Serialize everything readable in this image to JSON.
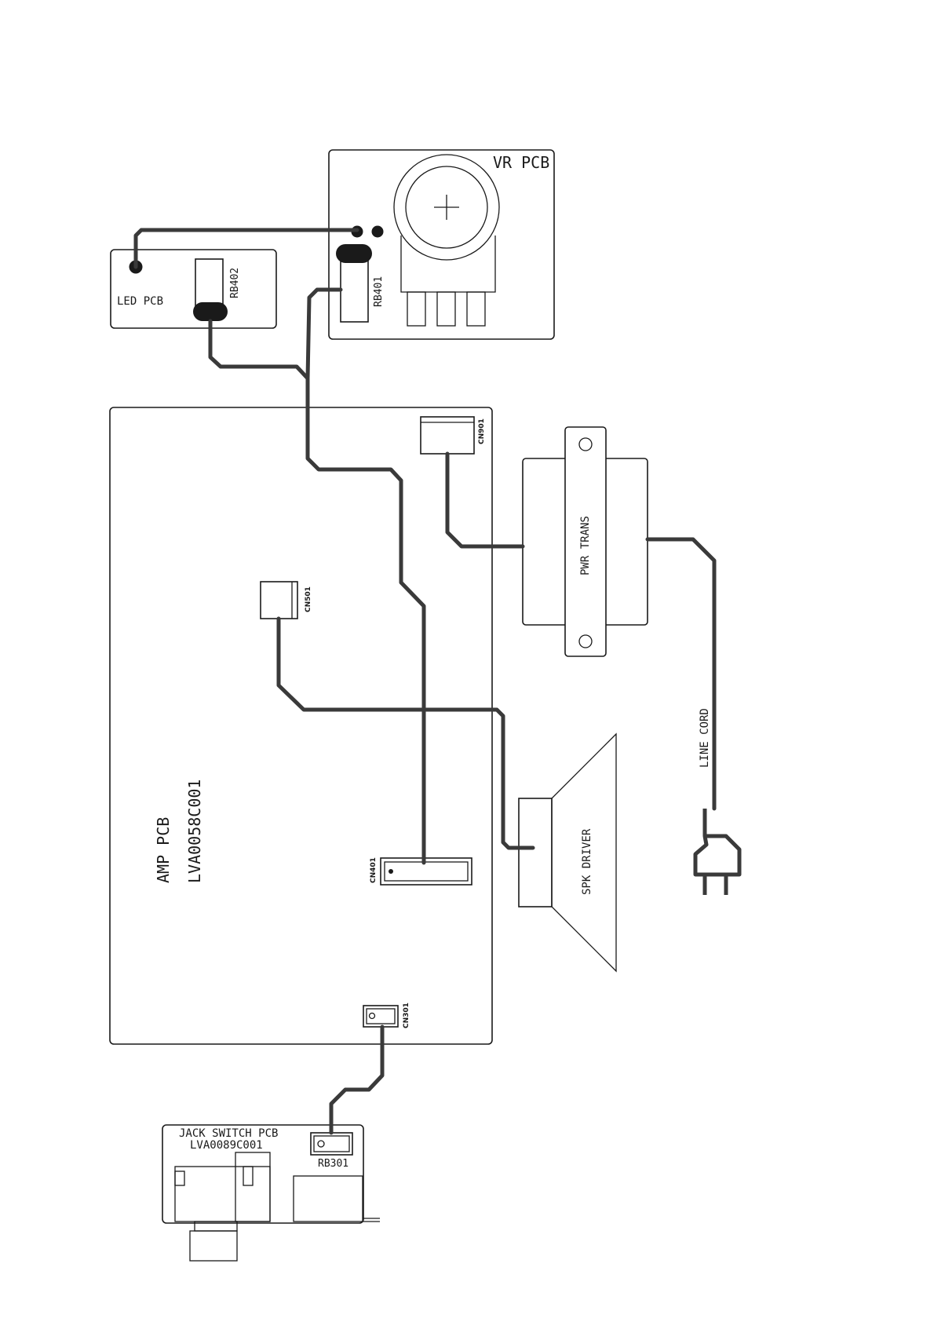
{
  "boards": {
    "vr_pcb": "VR PCB",
    "led_pcb": "LED PCB",
    "amp_pcb": "AMP PCB",
    "amp_pcb_part": "LVA0058C001",
    "jack_switch_pcb": "JACK SWITCH PCB",
    "jack_switch_part": "LVA0089C001"
  },
  "connectors": {
    "rb401": "RB401",
    "rb402": "RB402",
    "rb301": "RB301",
    "cn901": "CN901",
    "cn501": "CN501",
    "cn401": "CN401",
    "cn301": "CN301"
  },
  "components": {
    "pwr_trans": "PWR TRANS",
    "spk_driver": "SPK DRIVER",
    "line_cord": "LINE CORD"
  }
}
